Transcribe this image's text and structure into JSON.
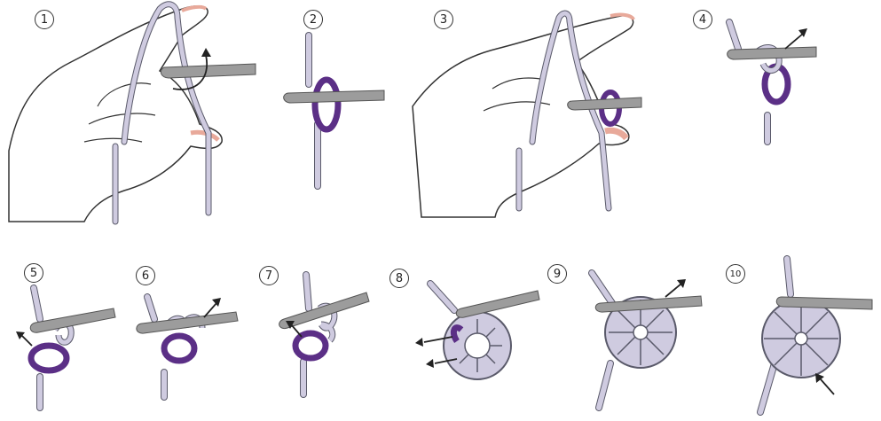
{
  "colors": {
    "yarn": "#cfcbe0",
    "yarn_outline": "#5a5a6a",
    "ring": "#5b2f86",
    "hook": "#9c9c9c",
    "hook_outline": "#555555",
    "skin": "#ffffff",
    "skin_line": "#333333",
    "nail": "#e8a99a",
    "arrow": "#222222"
  },
  "steps": [
    {
      "number": "1",
      "icons": [
        "hand-icon",
        "hook-icon",
        "arrow-icon"
      ]
    },
    {
      "number": "2",
      "icons": [
        "yarn-loop-icon",
        "hook-icon"
      ]
    },
    {
      "number": "3",
      "icons": [
        "hand-icon",
        "hook-icon",
        "yarn-loop-icon"
      ]
    },
    {
      "number": "4",
      "icons": [
        "hook-icon",
        "yarn-loop-icon",
        "arrow-icon"
      ]
    },
    {
      "number": "5",
      "icons": [
        "hook-icon",
        "yarn-loop-icon",
        "arrow-icon"
      ]
    },
    {
      "number": "6",
      "icons": [
        "hook-icon",
        "yarn-loop-icon",
        "arrow-icon"
      ]
    },
    {
      "number": "7",
      "icons": [
        "hook-icon",
        "yarn-loop-icon",
        "arrow-icon"
      ]
    },
    {
      "number": "8",
      "icons": [
        "hook-icon",
        "stitch-ring-icon",
        "arrow-icon"
      ]
    },
    {
      "number": "9",
      "icons": [
        "hook-icon",
        "stitch-ring-icon",
        "arrow-icon"
      ]
    },
    {
      "number": "10",
      "icons": [
        "hook-icon",
        "stitch-ring-icon",
        "arrow-icon"
      ]
    }
  ]
}
